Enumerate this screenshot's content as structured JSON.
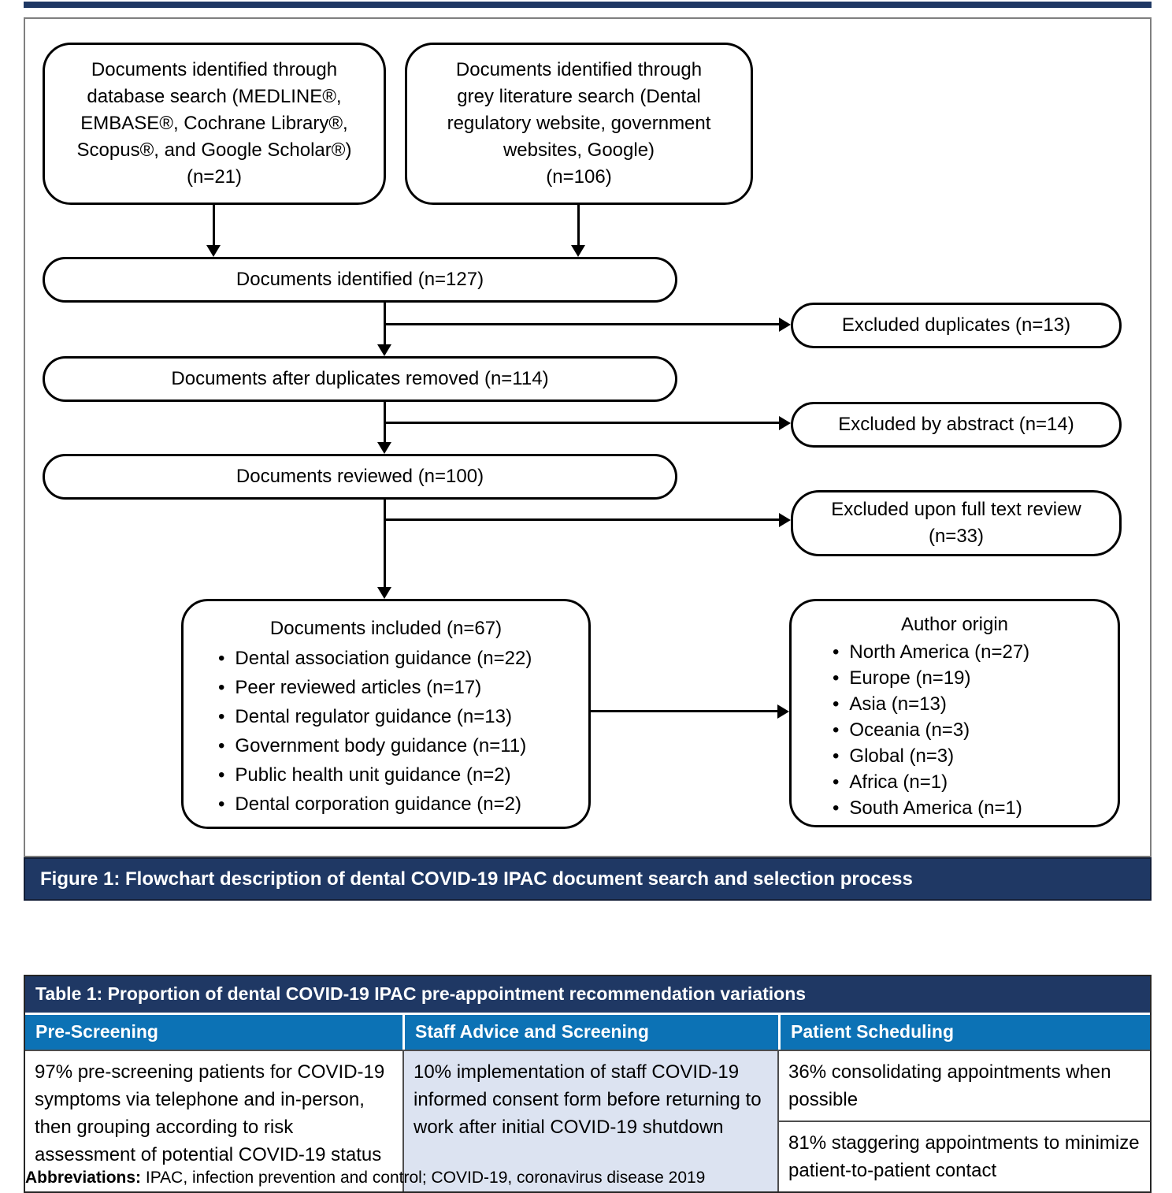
{
  "colors": {
    "navy": "#1F3864",
    "header_blue": "#0C72B5",
    "cell_light_blue": "#DCE3F1",
    "canvas_border_gray": "#7F7F7F",
    "line_black": "#000000"
  },
  "flowchart": {
    "nodes": {
      "database_search": "Documents identified through\ndatabase search (MEDLINE®,\nEMBASE®, Cochrane Library®,\nScopus®, and Google Scholar®)\n(n=21)",
      "grey_literature": "Documents identified through\ngrey literature search (Dental\nregulatory website, government\nwebsites, Google)\n(n=106)",
      "identified": "Documents identified (n=127)",
      "excluded_duplicates": "Excluded duplicates (n=13)",
      "after_duplicates": "Documents after duplicates removed (n=114)",
      "excluded_abstract": "Excluded by abstract (n=14)",
      "reviewed": "Documents reviewed (n=100)",
      "excluded_full_text": "Excluded upon full text review\n(n=33)"
    },
    "included": {
      "title": "Documents included (n=67)",
      "items": [
        "Dental association guidance (n=22)",
        "Peer reviewed articles (n=17)",
        "Dental regulator guidance (n=13)",
        "Government body guidance (n=11)",
        "Public health unit guidance (n=2)",
        "Dental corporation guidance (n=2)"
      ]
    },
    "author_origin": {
      "title": "Author origin",
      "items": [
        "North America (n=27)",
        "Europe (n=19)",
        "Asia (n=13)",
        "Oceania (n=3)",
        "Global (n=3)",
        "Africa (n=1)",
        "South America (n=1)"
      ]
    }
  },
  "figure": {
    "caption": "Figure 1: Flowchart description of dental COVID-19 IPAC document search and selection process"
  },
  "table": {
    "title": "Table 1: Proportion of dental COVID-19 IPAC pre-appointment recommendation variations",
    "columns": [
      "Pre-Screening",
      "Staff Advice and Screening",
      "Patient Scheduling"
    ],
    "cells": {
      "pre_screening": "97% pre-screening patients for COVID-19 symptoms via telephone and in-person, then grouping according to risk assessment of potential COVID-19 status",
      "staff_advice": "10% implementation of staff COVID-19 informed consent form before returning to work after initial COVID-19 shutdown",
      "patient_scheduling": [
        "36% consolidating appointments when possible",
        "81% staggering appointments to minimize patient-to-patient contact"
      ]
    }
  },
  "abbreviations": {
    "label": "Abbreviations:",
    "text": " IPAC, infection prevention and control; COVID-19, coronavirus disease 2019"
  }
}
